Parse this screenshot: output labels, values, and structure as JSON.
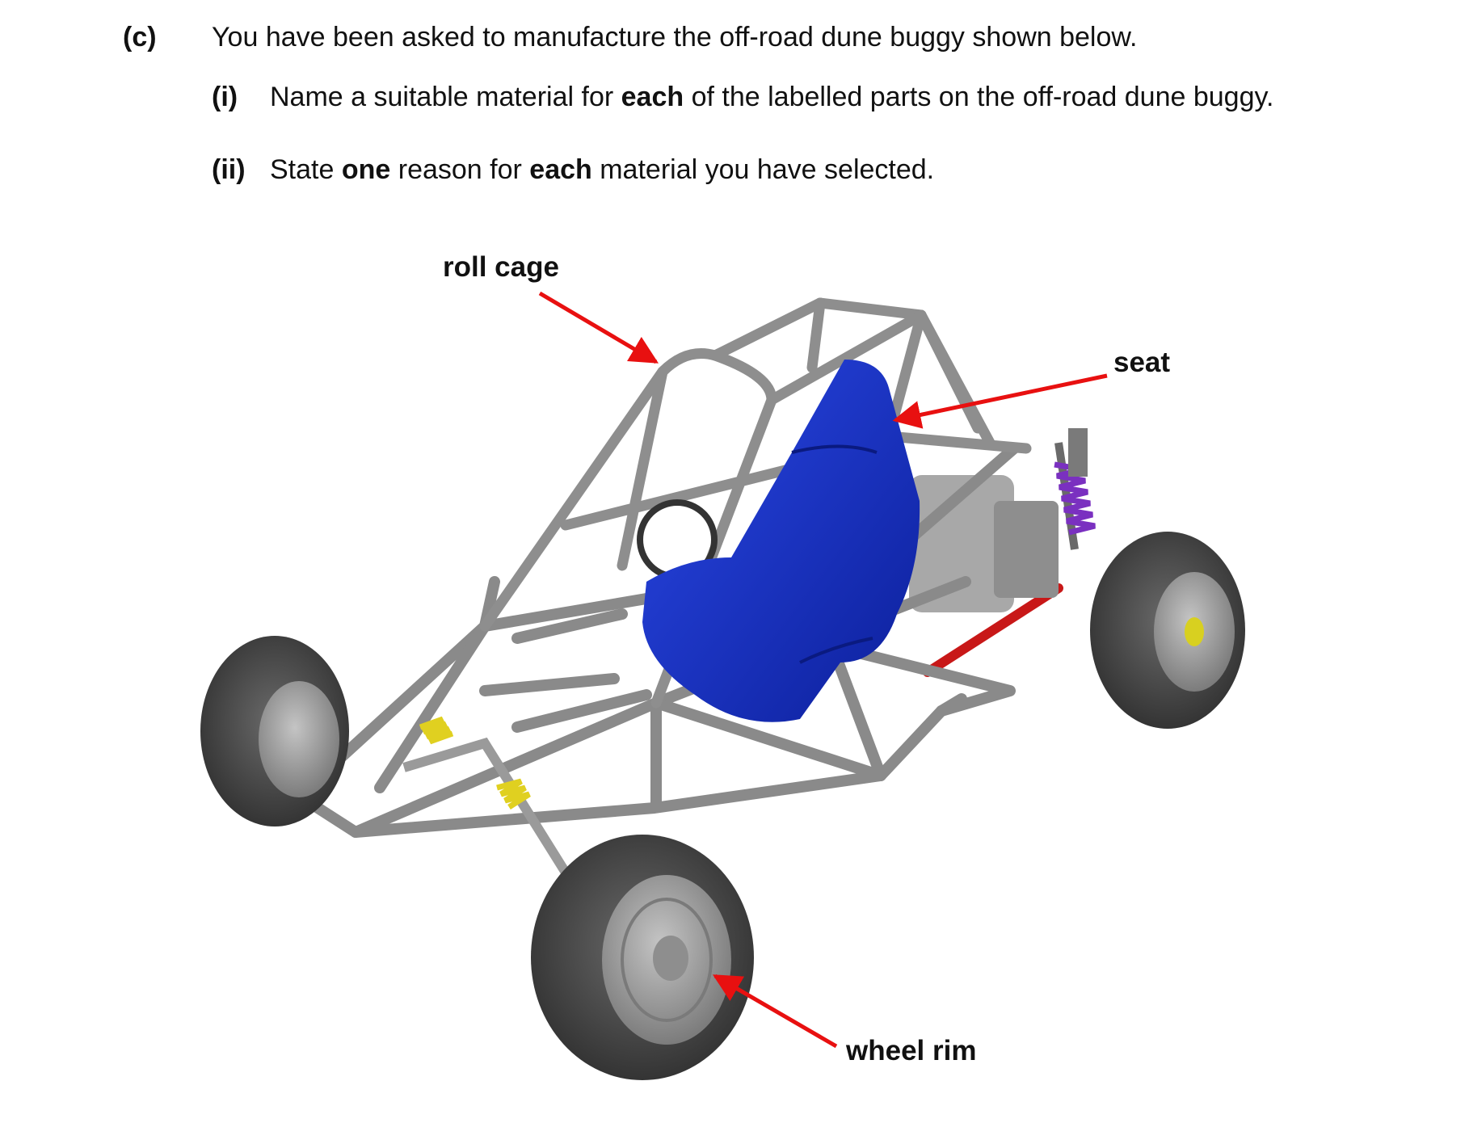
{
  "question": {
    "part_label": "(c)",
    "intro": "You have been asked to manufacture the off-road dune buggy shown below.",
    "sub_i": {
      "label": "(i)",
      "text_1": "Name a suitable material for ",
      "bold_1": "each",
      "text_2": " of the labelled parts on the off-road dune buggy."
    },
    "sub_ii": {
      "label": "(ii)",
      "text_1": "State ",
      "bold_1": "one",
      "text_2": " reason for ",
      "bold_2": "each",
      "text_3": " material you have selected."
    }
  },
  "figure": {
    "labels": {
      "roll_cage": "roll cage",
      "seat": "seat",
      "wheel_rim": "wheel rim"
    },
    "colors": {
      "arrow": "#e81010",
      "frame": "#8a8a8a",
      "seat": "#1530c8",
      "tyre": "#4a4a4a",
      "rim": "#9a9a9a",
      "spring_front": "#e0d020",
      "spring_rear": "#7a30c0"
    }
  }
}
